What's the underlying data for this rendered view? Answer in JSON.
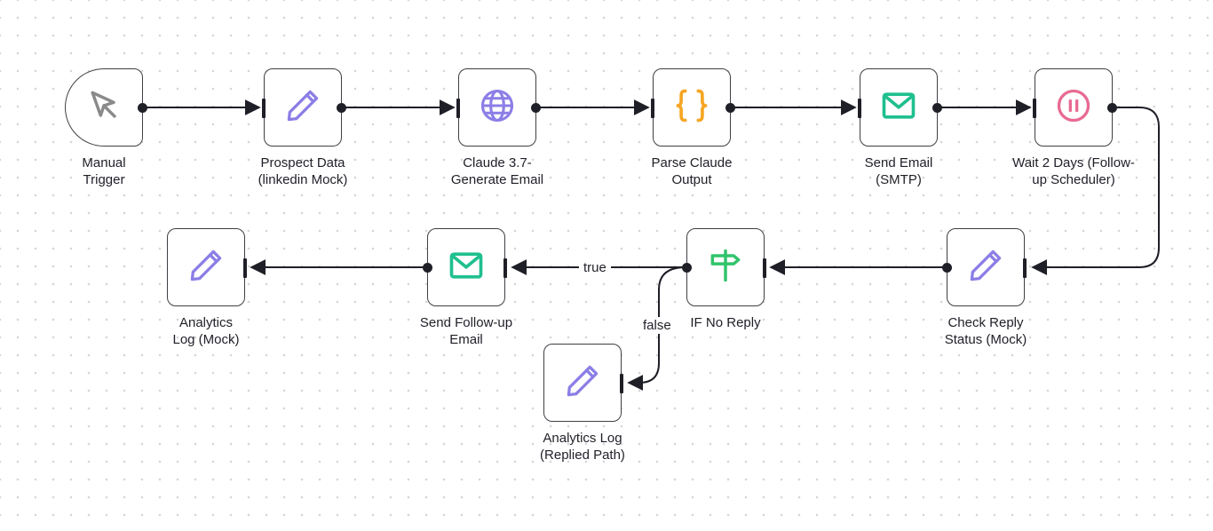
{
  "nodes": [
    {
      "id": "manual-trigger",
      "label": "Manual\nTrigger",
      "icon": "cursor-icon",
      "color": "#8a8a8a"
    },
    {
      "id": "prospect-data",
      "label": "Prospect Data\n(linkedin Mock)",
      "icon": "pencil-icon",
      "color": "#8b7ee6"
    },
    {
      "id": "claude-generate",
      "label": "Claude 3.7-\nGenerate Email",
      "icon": "globe-icon",
      "color": "#8b7ee6"
    },
    {
      "id": "parse-output",
      "label": "Parse Claude\nOutput",
      "icon": "braces-icon",
      "color": "#f5a623"
    },
    {
      "id": "send-email",
      "label": "Send Email\n(SMTP)",
      "icon": "envelope-icon",
      "color": "#1fbf8f"
    },
    {
      "id": "wait",
      "label": "Wait 2 Days (Follow-\nup Scheduler)",
      "icon": "pause-icon",
      "color": "#e86a92"
    },
    {
      "id": "check-reply",
      "label": "Check Reply\nStatus (Mock)",
      "icon": "pencil-icon",
      "color": "#8b7ee6"
    },
    {
      "id": "if-no-reply",
      "label": "IF No Reply",
      "icon": "signpost-icon",
      "color": "#31c46b"
    },
    {
      "id": "send-followup",
      "label": "Send Follow-up\nEmail",
      "icon": "envelope-icon",
      "color": "#1fbf8f"
    },
    {
      "id": "analytics-log",
      "label": "Analytics\nLog (Mock)",
      "icon": "pencil-icon",
      "color": "#8b7ee6"
    },
    {
      "id": "analytics-replied",
      "label": "Analytics Log\n(Replied Path)",
      "icon": "pencil-icon",
      "color": "#8b7ee6"
    }
  ],
  "edge_labels": {
    "true": "true",
    "false": "false"
  },
  "colors": {
    "edge": "#1f1f28",
    "node_border": "#3f3f46",
    "canvas_dot": "#d6d6d6"
  }
}
